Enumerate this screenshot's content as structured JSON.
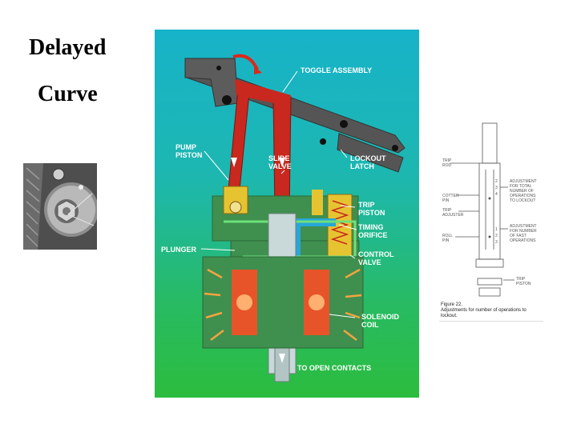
{
  "slide": {
    "title_line1": "Delayed",
    "title_line2": "Curve"
  },
  "diagram": {
    "labels": {
      "toggle_assembly": "TOGGLE ASSEMBLY",
      "pump_piston": "PUMP\nPISTON",
      "slide_valve": "SLIDE\nVALVE",
      "lockout_latch": "LOCKOUT\nLATCH",
      "trip_piston": "TRIP\nPISTON",
      "timing_orifice": "TIMING\nORIFICE",
      "plunger": "PLUNGER",
      "control_valve": "CONTROL\nVALVE",
      "solenoid_coil": "SOLENOID\nCOIL",
      "to_open_contacts": "TO OPEN CONTACTS"
    },
    "colors": {
      "background_top": "#17b3c9",
      "background_bottom": "#2cbc3e",
      "linkage": "#4a4a4a",
      "oil_red": "#c8281e",
      "housing": "#3f8f4f",
      "fluid_blue": "#27a6d8",
      "coil": "#e8542a"
    }
  },
  "figure": {
    "labels": {
      "trip_rod": "TRIP\nROD",
      "cotter_pin": "COTTER\nPIN",
      "trip_adjuster": "TRIP\nADJUSTER",
      "roll_pin": "ROLL\nPIN",
      "trip_piston": "TRIP\nPISTON",
      "adj_total": "ADJUSTMENT\nFOR TOTAL\nNUMBER OF\nOPERATIONS\nTO LOCKOUT",
      "adj_fast": "ADJUSTMENT\nFOR NUMBER\nOF FAST\nOPERATIONS",
      "scale_top_1": "2",
      "scale_top_2": "3",
      "scale_top_3": "4",
      "scale_bot_1": "1",
      "scale_bot_2": "2",
      "scale_bot_3": "3"
    },
    "caption": "Figure 22.\nAdjustments for number of operations to\nlockout."
  }
}
